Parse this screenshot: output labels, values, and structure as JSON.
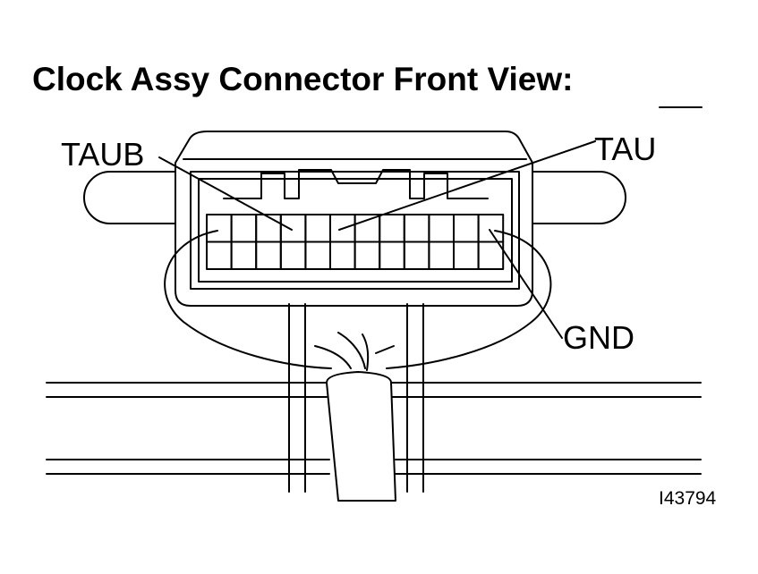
{
  "title": "Clock Assy Connector Front View:",
  "labels": {
    "taub": "TAUB",
    "tau": "TAU",
    "gnd": "GND"
  },
  "figure_id": "I43794",
  "connector": {
    "rows": 2,
    "cols": 12
  }
}
